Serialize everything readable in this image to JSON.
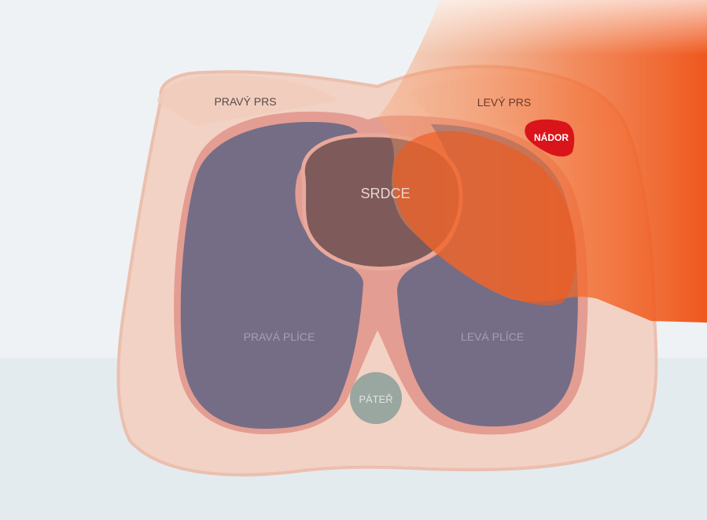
{
  "labels": {
    "right_breast": "PRAVÝ PRS",
    "left_breast": "LEVÝ PRS",
    "tumor": "NÁDOR",
    "heart": "SRDCE",
    "right_lung": "PRAVÁ PLÍCE",
    "left_lung": "LEVÁ PLÍCE",
    "spine": "PÁTEŘ"
  },
  "colors": {
    "background": "#eef2f4",
    "background_band": "#e4ebef",
    "body": "#f2d2c4",
    "body_outline": "#e8b3a3",
    "lung": "#756d86",
    "pleura": "#e49d92",
    "heart": "#7e5a5a",
    "radiation_beam": "#f36a2c",
    "tumor": "#d9141a",
    "spine": "#9aa6a0"
  },
  "icons": {
    "radiation_beam": "radiation-beam-shape",
    "tumor": "tumor-shape"
  }
}
